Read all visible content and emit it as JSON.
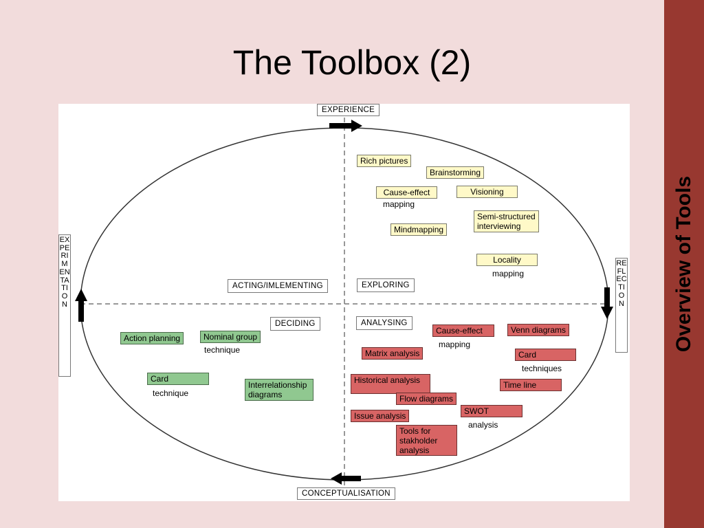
{
  "slide": {
    "title": "The Toolbox (2)",
    "sidebar_title": "Overview of Tools"
  },
  "diagram": {
    "axes": {
      "top": "EXPERIENCE",
      "bottom": "CONCEPTUALISATION",
      "left": "EXPERIMENTATION",
      "right": "REFLECTION"
    },
    "phases": {
      "acting": "ACTING/IMLEMENTING",
      "exploring": "EXPLORING",
      "deciding": "DECIDING",
      "analysing": "ANALYSING"
    },
    "exploring_tools": {
      "rich_pictures": "Rich pictures",
      "brainstorming": "Brainstorming",
      "cause_effect": "Cause-effect",
      "cause_effect_sub": "mapping",
      "visioning": "Visioning",
      "semi_structured": "Semi-structured\ninterviewing",
      "mindmapping": "Mindmapping",
      "locality": "Locality",
      "locality_sub": "mapping"
    },
    "deciding_tools": {
      "action_planning": "Action planning",
      "nominal_group": "Nominal group",
      "nominal_group_sub": "technique",
      "card": "Card",
      "card_sub": "technique",
      "interrelationship": "Interrelationship\ndiagrams"
    },
    "analysing_tools": {
      "cause_effect": "Cause-effect",
      "cause_effect_sub": "mapping",
      "venn": "Venn diagrams",
      "matrix": "Matrix analysis",
      "card": "Card",
      "card_sub": "techniques",
      "historical": "Historical analysis",
      "time_line": "Time line",
      "flow": "Flow diagrams",
      "swot": "SWOT",
      "swot_sub": "analysis",
      "issue": "Issue analysis",
      "stakeholder": "Tools for\nstakholder\nanalysis"
    },
    "colors": {
      "exploring": "#fff9c8",
      "deciding": "#90c890",
      "analysing": "#d86464",
      "sidebar": "#983830",
      "background": "#f2dcdc"
    }
  }
}
